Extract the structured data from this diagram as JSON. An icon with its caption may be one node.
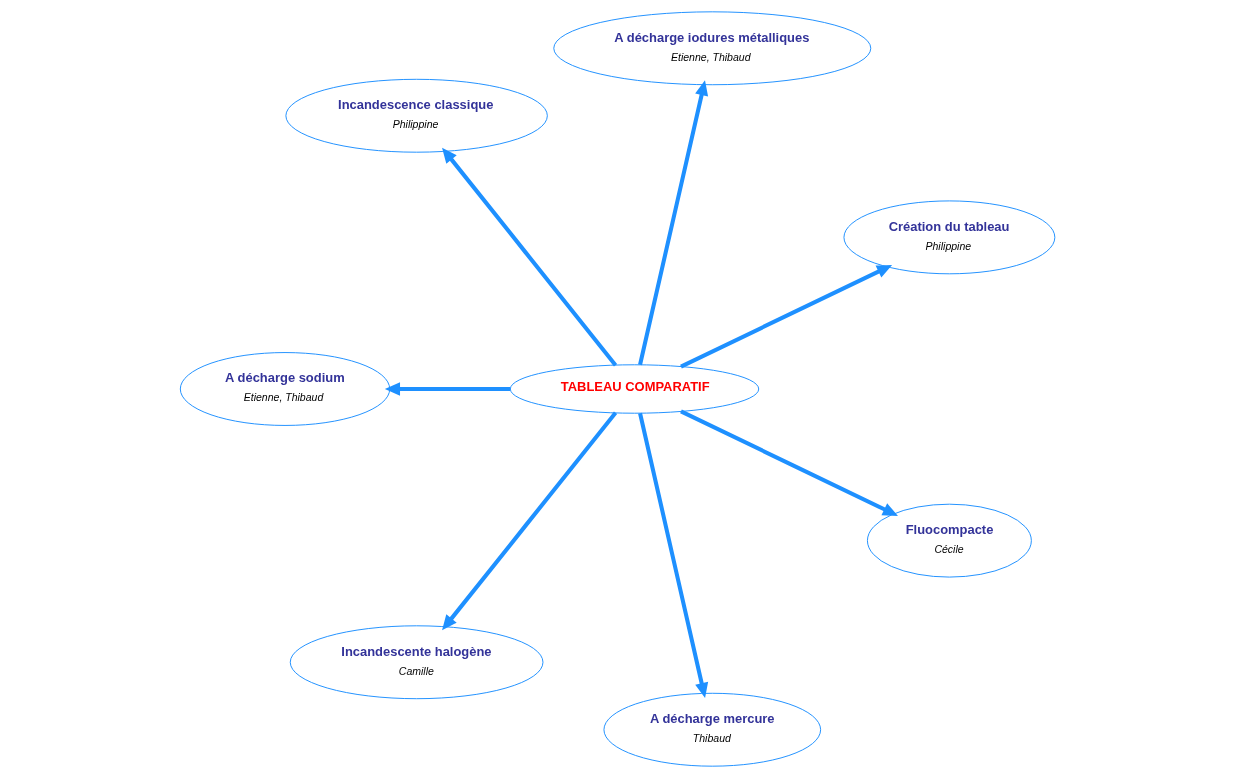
{
  "diagram": {
    "nodes": [
      {
        "text": [
          "Création du tableau",
          "Philippine"
        ]
      },
      {
        "text": [
          "A décharge iodures métalliques",
          "Etienne, Thibaud"
        ]
      },
      {
        "text": [
          "Incandescence classique",
          "Philippine"
        ]
      },
      {
        "text": [
          "TABLEAU COMPARATIF"
        ]
      },
      {
        "text": [
          "A décharge sodium",
          "Etienne, Thibaud"
        ]
      },
      {
        "text": [
          "Incandescente halogène",
          "Camille"
        ]
      },
      {
        "text": [
          "A décharge mercure",
          "Thibaud"
        ]
      },
      {
        "text": [
          "Fluocompacte",
          "Cécile"
        ]
      }
    ],
    "edges": [
      {
        "from": 3,
        "to": 0,
        "arrow": "to"
      },
      {
        "from": 3,
        "to": 1,
        "arrow": "to"
      },
      {
        "from": 3,
        "to": 2,
        "arrow": "to"
      },
      {
        "from": 3,
        "to": 4,
        "arrow": "to"
      },
      {
        "from": 3,
        "to": 5,
        "arrow": "to"
      },
      {
        "from": 3,
        "to": 6,
        "arrow": "to"
      },
      {
        "from": 3,
        "to": 7,
        "arrow": "to"
      }
    ]
  }
}
